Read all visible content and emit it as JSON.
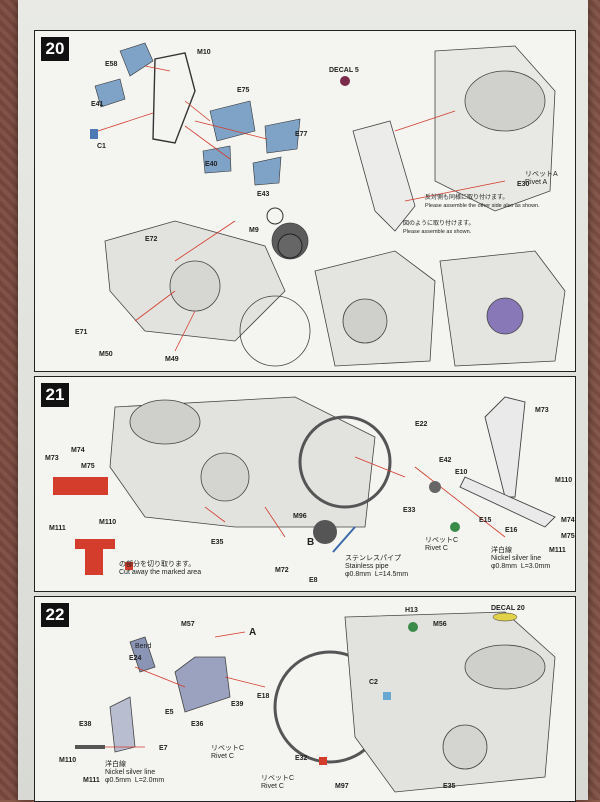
{
  "steps": [
    {
      "number": "20",
      "parts": [
        "E58",
        "M10",
        "E41",
        "E75",
        "C1",
        "E40",
        "E77",
        "E43",
        "DECAL 5",
        "M9",
        "E72",
        "M50",
        "M49",
        "E71",
        "E30"
      ],
      "notes": {
        "rivet_a": "リベットA\nRivet A",
        "other_side_jp": "反対側も同様に取り付けます。",
        "other_side_en": "Please assemble the other side also as shown.",
        "assemble_jp": "図のように取り付けます。",
        "assemble_en": "Please assemble as shown."
      }
    },
    {
      "number": "21",
      "parts": [
        "M73",
        "M74",
        "M75",
        "M111",
        "M110",
        "E35",
        "M96",
        "M72",
        "E8",
        "E33",
        "E22",
        "E42",
        "E10",
        "E15",
        "E16",
        "M73",
        "M110",
        "M74",
        "M75",
        "M111"
      ],
      "notes": {
        "cut_away": "の部分を切り取ります。\nCut away the marked area",
        "stainless_pipe": "ステンレスパイプ\nStainless pipe\nφ0.8mm  L=14.5mm",
        "rivet_c": "リベットC\nRivet C",
        "nickel_line": "洋白線\nNickel silver line\nφ0.8mm  L=3.0mm",
        "letter_b": "B"
      }
    },
    {
      "number": "22",
      "parts": [
        "M57",
        "E24",
        "E5",
        "E18",
        "E39",
        "E38",
        "E7",
        "E36",
        "M110",
        "M111",
        "H13",
        "M56",
        "DECAL 20",
        "C2",
        "E32",
        "M97",
        "E35"
      ],
      "notes": {
        "bend": "Bend",
        "letter_a": "A",
        "nickel_line": "洋白線\nNickel silver line\nφ0.5mm  L=2.0mm",
        "rivet_c1": "リベットC\nRivet C",
        "rivet_c2": "リベットC\nRivet C"
      }
    }
  ]
}
